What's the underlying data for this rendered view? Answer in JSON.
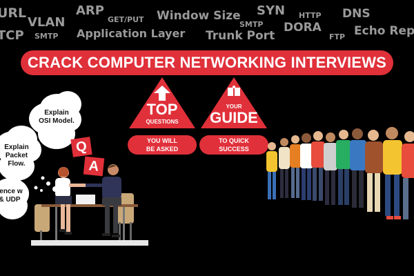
{
  "keywords": [
    "URL",
    "VLAN",
    "ARP",
    "GET/PUT",
    "Window Size",
    "SYN",
    "HTTP",
    "DNS",
    "TCP",
    "SMTP",
    "Application Layer",
    "SMTP",
    "Trunk Port",
    "DORA",
    "FTP",
    "Echo Reply"
  ],
  "banner": {
    "title": "CRACK COMPUTER NETWORKING INTERVIEWS"
  },
  "badge_top": {
    "big": "TOP",
    "small": "QUESTIONS",
    "pill_line1": "YOU WILL",
    "pill_line2": "BE ASKED"
  },
  "badge_guide": {
    "small": "YOUR",
    "big": "GUIDE",
    "pill_line1": "TO QUICK",
    "pill_line2": "SUCCESS"
  },
  "clouds": {
    "osi": "Explain OSI Model.",
    "packet": "Explain Packet Flow.",
    "diff": "rence w & UDP"
  },
  "qa": {
    "q": "Q",
    "a": "A"
  },
  "colors": {
    "accent": "#e0303a",
    "keyword": "#9a9a9a",
    "background": "#000000"
  }
}
